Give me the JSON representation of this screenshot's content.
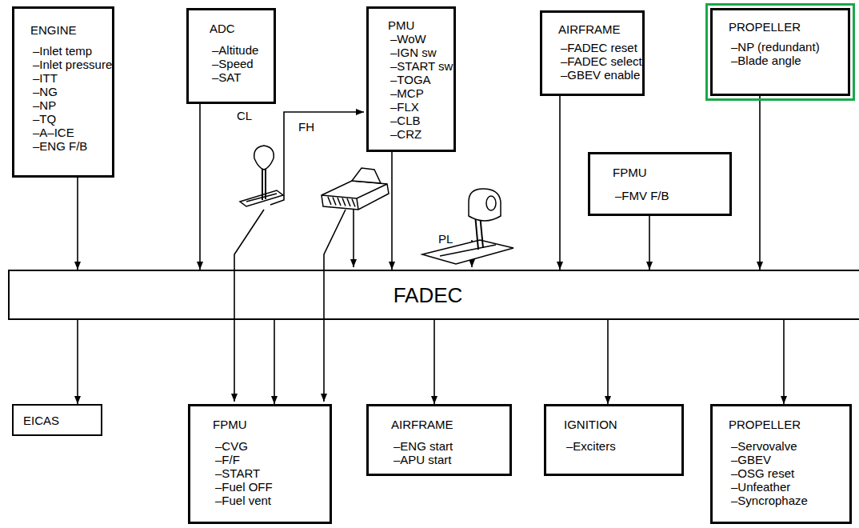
{
  "diagram": {
    "nodes": [
      {
        "text": [
          "ENGINE",
          "–Inlet temp",
          "–Inlet pressure",
          "–ITT",
          "–NG",
          "–NP",
          "–TQ",
          "–A–ICE",
          "–ENG F/B"
        ]
      },
      {
        "text": [
          "ADC",
          "–Altitude",
          "–Speed",
          "–SAT"
        ]
      },
      {
        "text": [
          "PMU",
          "–WoW",
          "–IGN sw",
          "–START sw",
          "–TOGA",
          "–MCP",
          "–FLX",
          "–CLB",
          "–CRZ"
        ]
      },
      {
        "text": [
          "AIRFRAME",
          "–FADEC reset",
          "–FADEC select",
          "–GBEV enable"
        ]
      },
      {
        "text": [
          "PROPELLER",
          "–NP (redundant)",
          "–Blade angle"
        ]
      },
      {
        "text": [
          "FPMU",
          "–FMV F/B"
        ]
      },
      {
        "text": [
          "FADEC"
        ]
      },
      {
        "text": [
          "EICAS"
        ]
      },
      {
        "text": [
          "FPMU",
          "–CVG",
          "–F/F",
          "–START",
          "–Fuel OFF",
          "–Fuel vent"
        ]
      },
      {
        "text": [
          "AIRFRAME",
          "–ENG start",
          "–APU start"
        ]
      },
      {
        "text": [
          "IGNITION",
          "–Exciters"
        ]
      },
      {
        "text": [
          "PROPELLER",
          "–Servovalve",
          "–GBEV",
          "–OSG reset",
          "–Unfeather",
          "–Syncrophaze"
        ]
      }
    ],
    "edges": [
      {
        "from": 0,
        "to": 6,
        "arrow": "to"
      },
      {
        "from": 1,
        "to": 6,
        "arrow": "to"
      },
      {
        "from": 2,
        "to": 6,
        "arrow": "to"
      },
      {
        "from": 3,
        "to": 6,
        "arrow": "to"
      },
      {
        "from": 4,
        "to": 6,
        "arrow": "to"
      },
      {
        "from": 5,
        "to": 6,
        "arrow": "to"
      },
      {
        "from": 6,
        "to": 7,
        "arrow": "to"
      },
      {
        "from": 6,
        "to": 8,
        "arrow": "to"
      },
      {
        "from": 6,
        "to": 9,
        "arrow": "to"
      },
      {
        "from": 6,
        "to": 10,
        "arrow": "to"
      },
      {
        "from": 6,
        "to": 11,
        "arrow": "to"
      }
    ],
    "labels": [
      "CL",
      "FH",
      "PL"
    ]
  }
}
